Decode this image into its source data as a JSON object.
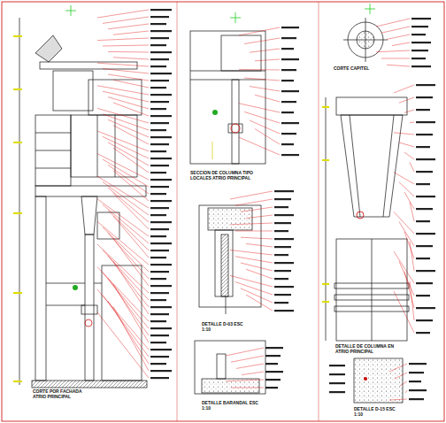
{
  "diagram": {
    "labels": [
      "CORTE POR FACHADA ATRIO PRINCIPAL",
      "SECCION DE COLUMNA TIPO LOCALES ATRIO PRINCIPAL",
      "CORTE CAPITEL",
      "DETALLE D-03 ESC 1:10",
      "DETALLE DE COLUMNA EN ATRIO PRINCIPAL",
      "DETALLE BARANDAL ESC 1:10",
      "DETALLE D-15 ESC 1:10"
    ]
  }
}
